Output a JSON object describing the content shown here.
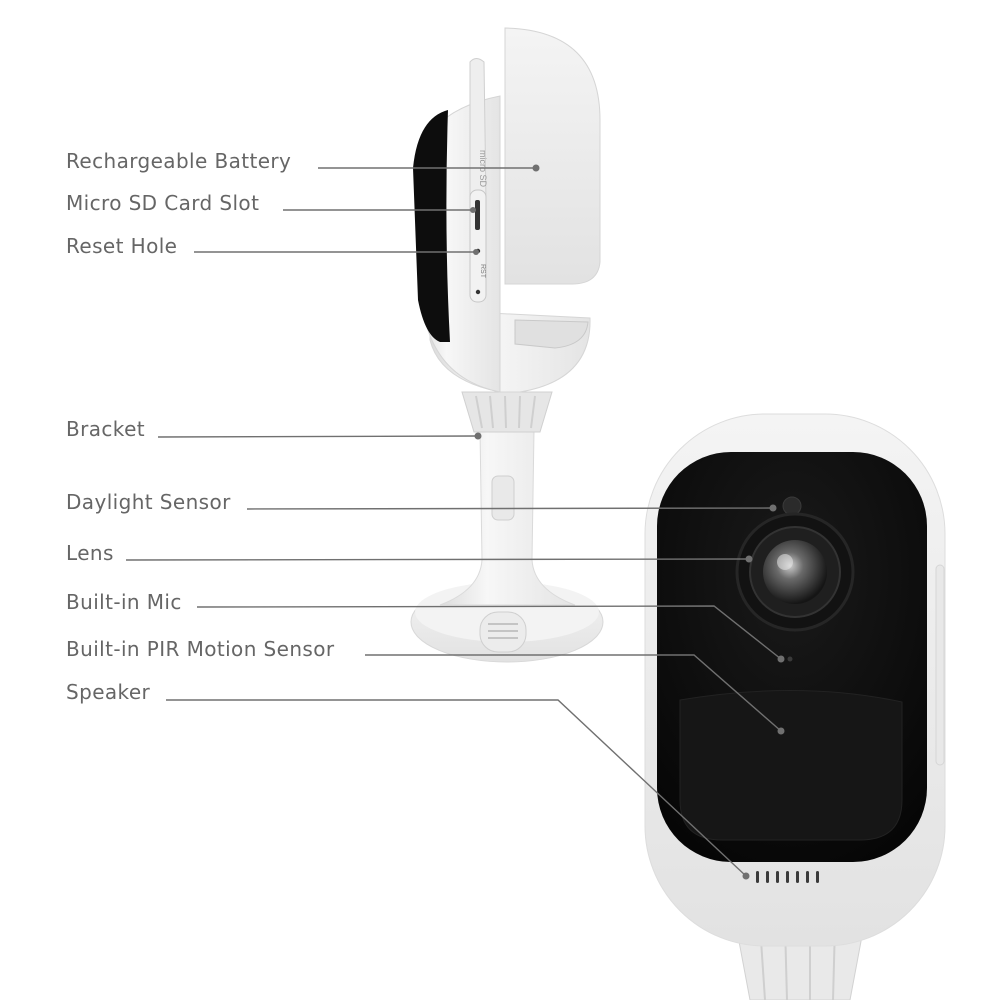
{
  "labels": {
    "battery": "Rechargeable Battery",
    "sd_slot": "Micro SD Card Slot",
    "reset": "Reset Hole",
    "bracket": "Bracket",
    "daylight": "Daylight Sensor",
    "lens": "Lens",
    "mic": "Built-in Mic",
    "pir": "Built-in PIR Motion Sensor",
    "speaker": "Speaker"
  },
  "device_markings": {
    "sd": "micro SD",
    "reset": "RST"
  },
  "colors": {
    "label_text": "#666666",
    "leader_line": "#707070",
    "camera_body": "#f2f2f2",
    "camera_face": "#0b0b0b"
  }
}
